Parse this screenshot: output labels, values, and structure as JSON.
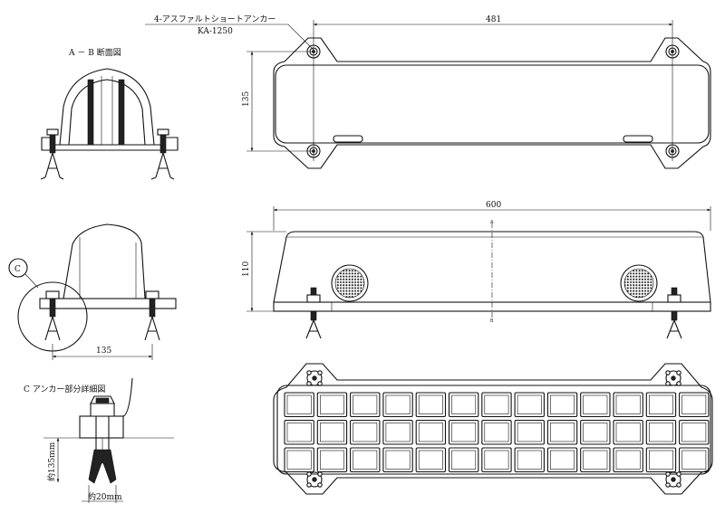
{
  "labels": {
    "anchor_callout_1": "4-アスファルトショートアンカー",
    "anchor_callout_2": "KA-1250",
    "section_ab": "A － B 断面図",
    "detail_c_title": "C アンカー部分詳細図",
    "detail_c_marker": "C",
    "section_a": "A",
    "section_b": "B"
  },
  "dimensions": {
    "top_length": "481",
    "top_height": "135",
    "side_length": "600",
    "side_height": "110",
    "section_width": "135",
    "anchor_depth": "約135mm",
    "anchor_width": "約20mm"
  }
}
